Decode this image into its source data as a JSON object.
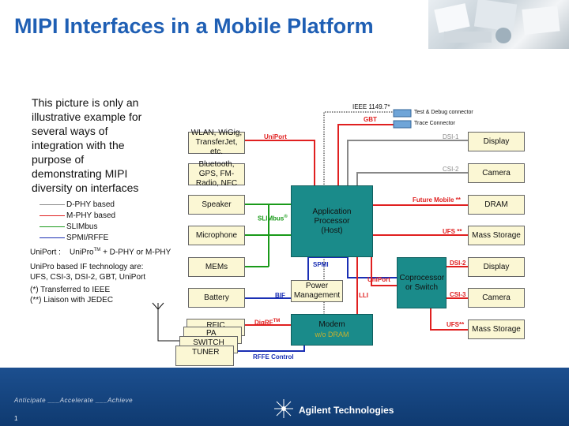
{
  "title": "MIPI Interfaces in a Mobile Platform",
  "intro": "This picture is only an illustrative example for several ways of integration with the purpose of demonstrating MIPI diversity on interfaces",
  "legend": [
    {
      "label": "D-PHY based",
      "color": "#888888"
    },
    {
      "label": "M-PHY based",
      "color": "#e02020"
    },
    {
      "label": "SLIMbus",
      "color": "#1a9a1a"
    },
    {
      "label": "SPMI/RFFE",
      "color": "#1a2fb4"
    }
  ],
  "notes": {
    "uniport_prefix": "UniPort :",
    "uniport_main": "UniPro",
    "uniport_tm": "TM",
    "uniport_suffix": "+ D-PHY or M-PHY",
    "unipro_line1": "UniPro based IF technology are:",
    "unipro_line2": "UFS, CSI-3, DSI-2, GBT, UniPort",
    "star1": "(*) Transferred to IEEE",
    "star2": "(**) Liaison with JEDEC"
  },
  "diagram": {
    "left_boxes": {
      "wlan": "WLAN, WiGig, TransferJet, etc.",
      "bt": "Bluetooth, GPS, FM-Radio, NFC",
      "speaker": "Speaker",
      "mic": "Microphone",
      "mems": "MEMs",
      "battery": "Battery"
    },
    "rf_stack": [
      "RFIC",
      "PA",
      "SWITCH",
      "TUNER"
    ],
    "center": {
      "app_proc": "Application Processor (Host)",
      "power": "Power Management",
      "modem": "Modem",
      "modem_sub": "w/o DRAM",
      "coproc": "Coprocessor or Switch"
    },
    "right_boxes": {
      "display1": "Display",
      "camera1": "Camera",
      "dram": "DRAM",
      "mass1": "Mass Storage",
      "display2": "Display",
      "camera2": "Camera",
      "mass2": "Mass Storage"
    },
    "labels": {
      "ieee": "IEEE 1149.7*",
      "gbt": "GBT",
      "test_debug": "Test & Debug connector",
      "trace": "Trace Connector",
      "uniport_top": "UniPort",
      "dsi1": "DSI-1",
      "csi2": "CSI-2",
      "future_mobile": "Future Mobile **",
      "ufs_top": "UFS **",
      "slimbus": "SLIMbus",
      "slimbus_reg": "®",
      "spmi": "SPMI",
      "bif": "BIF",
      "uniport_mid": "UniPort",
      "lli": "LLI",
      "dsi2": "DSI-2",
      "csi3": "CSI-3",
      "ufs_bot": "UFS**",
      "digrf": "DigRF",
      "digrf_tm": "TM",
      "rffe": "RFFE Control"
    }
  },
  "footer": {
    "tagline": "Anticipate ___Accelerate ___Achieve",
    "company": "Agilent Technologies",
    "page": "1"
  }
}
